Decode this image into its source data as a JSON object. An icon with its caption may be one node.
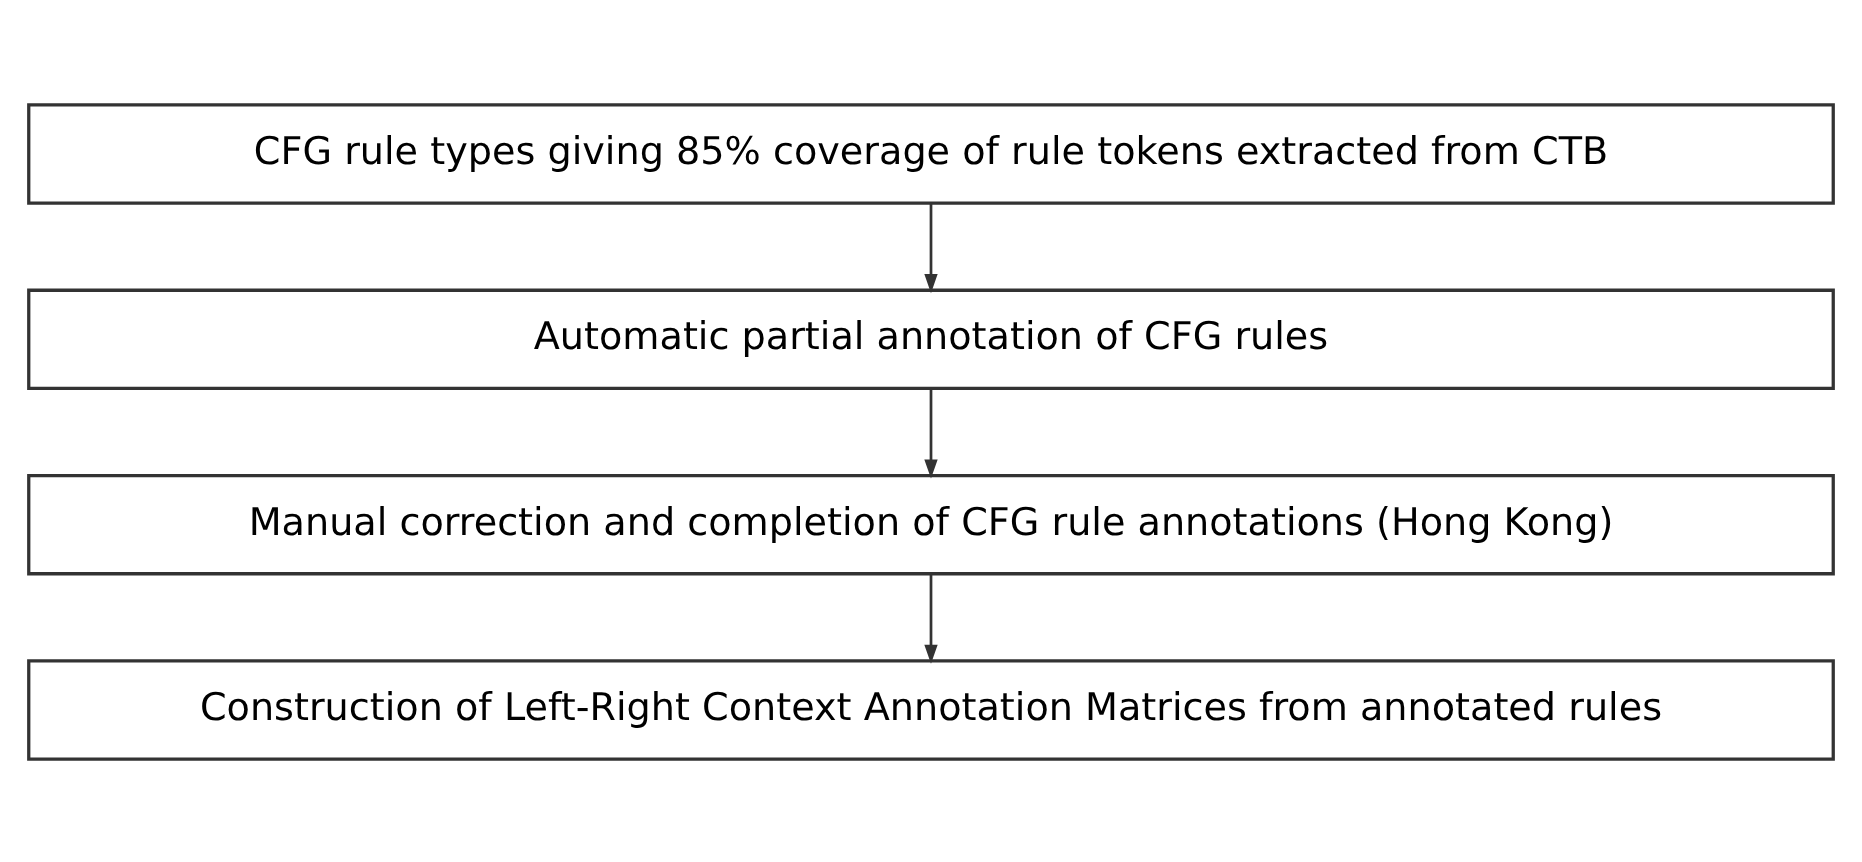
{
  "diagram": {
    "nodes": [
      {
        "text": [
          "CFG rule types giving 85% coverage of rule tokens extracted from CTB"
        ]
      },
      {
        "text": [
          "Automatic partial annotation of CFG rules"
        ]
      },
      {
        "text": [
          "Manual correction and completion of CFG rule annotations (Hong Kong)"
        ]
      },
      {
        "text": [
          "Construction of Left-Right Context Annotation Matrices from annotated rules"
        ]
      }
    ],
    "edges": [
      {
        "from": 0,
        "to": 1,
        "arrow": "to"
      },
      {
        "from": 1,
        "to": 2,
        "arrow": "to"
      },
      {
        "from": 2,
        "to": 3,
        "arrow": "to"
      }
    ]
  }
}
